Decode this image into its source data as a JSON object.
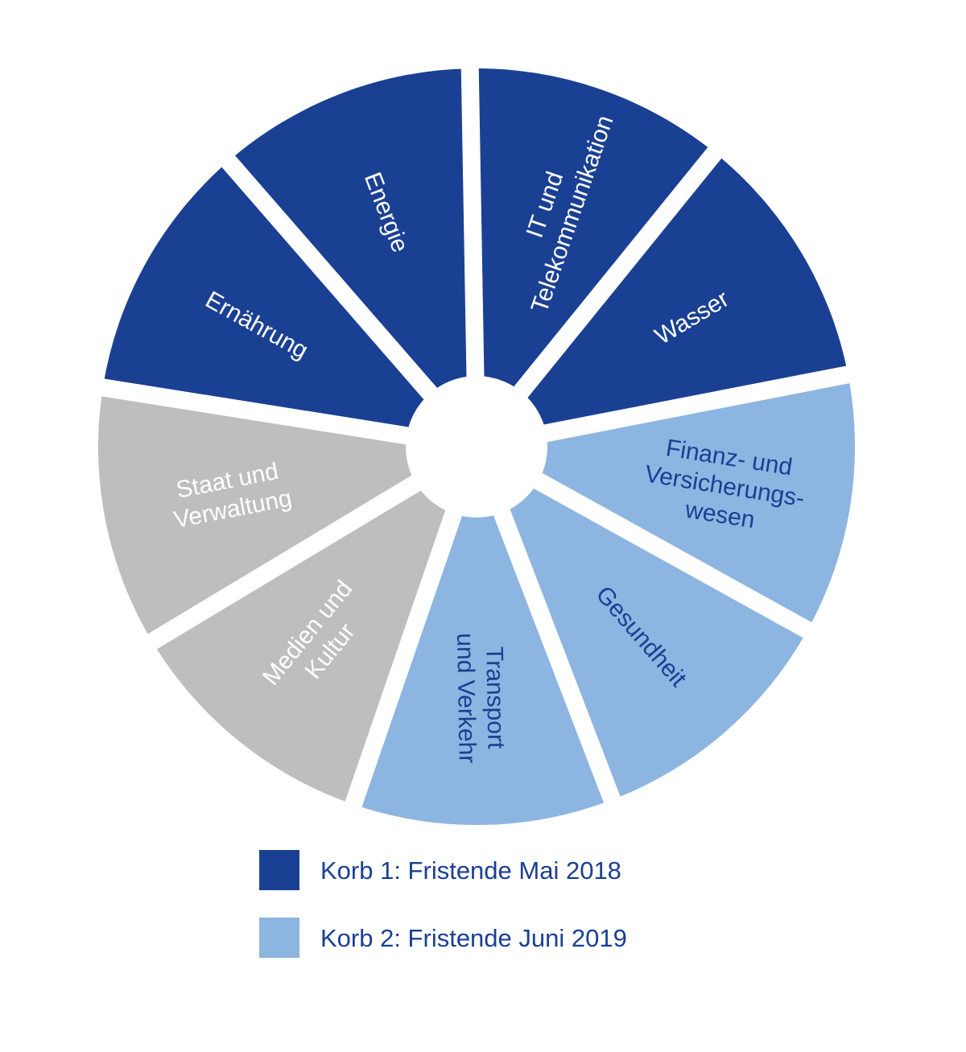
{
  "colors": {
    "korb1": "#1a4094",
    "korb2": "#8db5e1",
    "other": "#bebebe",
    "hub": "#ffffff",
    "label_on_dark": "#ffffff",
    "label_on_light": "#1a3f93"
  },
  "segments": [
    {
      "lines": [
        "IT und",
        "Telekommunikation"
      ],
      "group": "korb1"
    },
    {
      "lines": [
        "Wasser"
      ],
      "group": "korb1"
    },
    {
      "lines": [
        "Finanz- und",
        "Versicherungs-",
        "wesen"
      ],
      "group": "korb2"
    },
    {
      "lines": [
        "Gesundheit"
      ],
      "group": "korb2"
    },
    {
      "lines": [
        "Transport",
        "und Verkehr"
      ],
      "group": "korb2"
    },
    {
      "lines": [
        "Medien und",
        "Kultur"
      ],
      "group": "other"
    },
    {
      "lines": [
        "Staat und",
        "Verwaltung"
      ],
      "group": "other"
    },
    {
      "lines": [
        "Ernährung"
      ],
      "group": "korb1"
    },
    {
      "lines": [
        "Energie"
      ],
      "group": "korb1"
    }
  ],
  "legend": [
    {
      "label": "Korb 1: Fristende Mai 2018",
      "group": "korb1"
    },
    {
      "label": "Korb 2: Fristende Juni 2019",
      "group": "korb2"
    }
  ]
}
